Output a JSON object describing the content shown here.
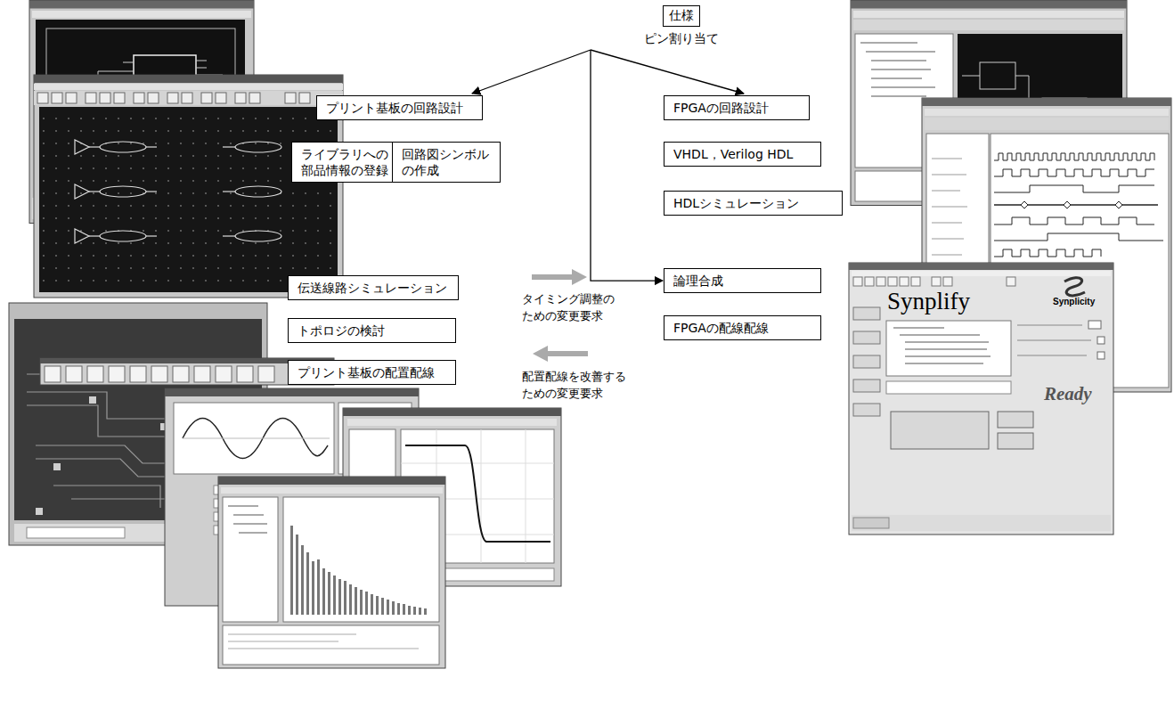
{
  "diagram": {
    "nodes": [
      {
        "text": [
          "仕様",
          "ピン割り当て"
        ]
      },
      {
        "text": [
          "プリント基板の回路設計"
        ]
      },
      {
        "text": [
          "ライブラリへの 部品情報の登録"
        ]
      },
      {
        "text": [
          "回路図シンボル の作成"
        ]
      },
      {
        "text": [
          "FPGAの回路設計"
        ]
      },
      {
        "text": [
          "VHDL，Verilog HDL"
        ]
      },
      {
        "text": [
          "HDLシミュレーション"
        ]
      },
      {
        "text": [
          "伝送線路シミュレーション"
        ]
      },
      {
        "text": [
          "論理合成"
        ]
      },
      {
        "text": [
          "トポロジの検討"
        ]
      },
      {
        "text": [
          "FPGAの配線配線"
        ]
      },
      {
        "text": [
          "プリント基板の配置配線"
        ]
      }
    ],
    "edges": [
      {
        "from": 0,
        "to": 1,
        "arrow": "to"
      },
      {
        "from": 0,
        "to": 4,
        "arrow": "to"
      },
      {
        "from": 0,
        "to": 8,
        "arrow": "to"
      }
    ],
    "labels": [
      "タイミング調整の ための変更要求",
      "配置配線を改善する ための変更要求",
      "Synplify",
      "Synplicity",
      "Ready"
    ]
  }
}
